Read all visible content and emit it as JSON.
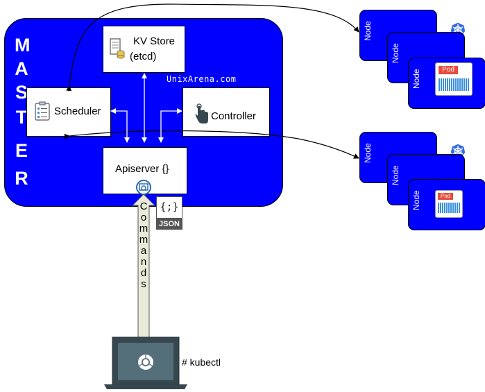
{
  "master": {
    "letters": [
      "M",
      "A",
      "S",
      "T",
      "E",
      "R"
    ],
    "color": "#0000ff"
  },
  "watermark": "UnixArena.com",
  "components": {
    "kv_store": {
      "line1": "KV Store",
      "line2": "(etcd)",
      "icon": "database-icon"
    },
    "scheduler": {
      "label": "Scheduler",
      "icon": "checklist-icon"
    },
    "controller": {
      "label": "Controller",
      "icon": "touch-hand-icon"
    },
    "apiserver": {
      "label": "Apiserver {}",
      "icon": "api-gear-icon"
    }
  },
  "nodes": {
    "label": "Node",
    "pod_label": "Pod",
    "cluster_icon": "kubernetes-wheel-icon"
  },
  "json": {
    "brace": "{;}",
    "tag": "JSON"
  },
  "commands": {
    "letters": [
      "C",
      "o",
      "m",
      "m",
      "a",
      "n",
      "d",
      "s"
    ]
  },
  "kubectl": {
    "label": "# kubectl",
    "icon": "chrome-icon"
  },
  "colors": {
    "blue": "#0000ff",
    "pod_red": "#e74c3c",
    "pod_barcode": "#3b8fd9",
    "arrow_fill": "#e9ead8"
  }
}
